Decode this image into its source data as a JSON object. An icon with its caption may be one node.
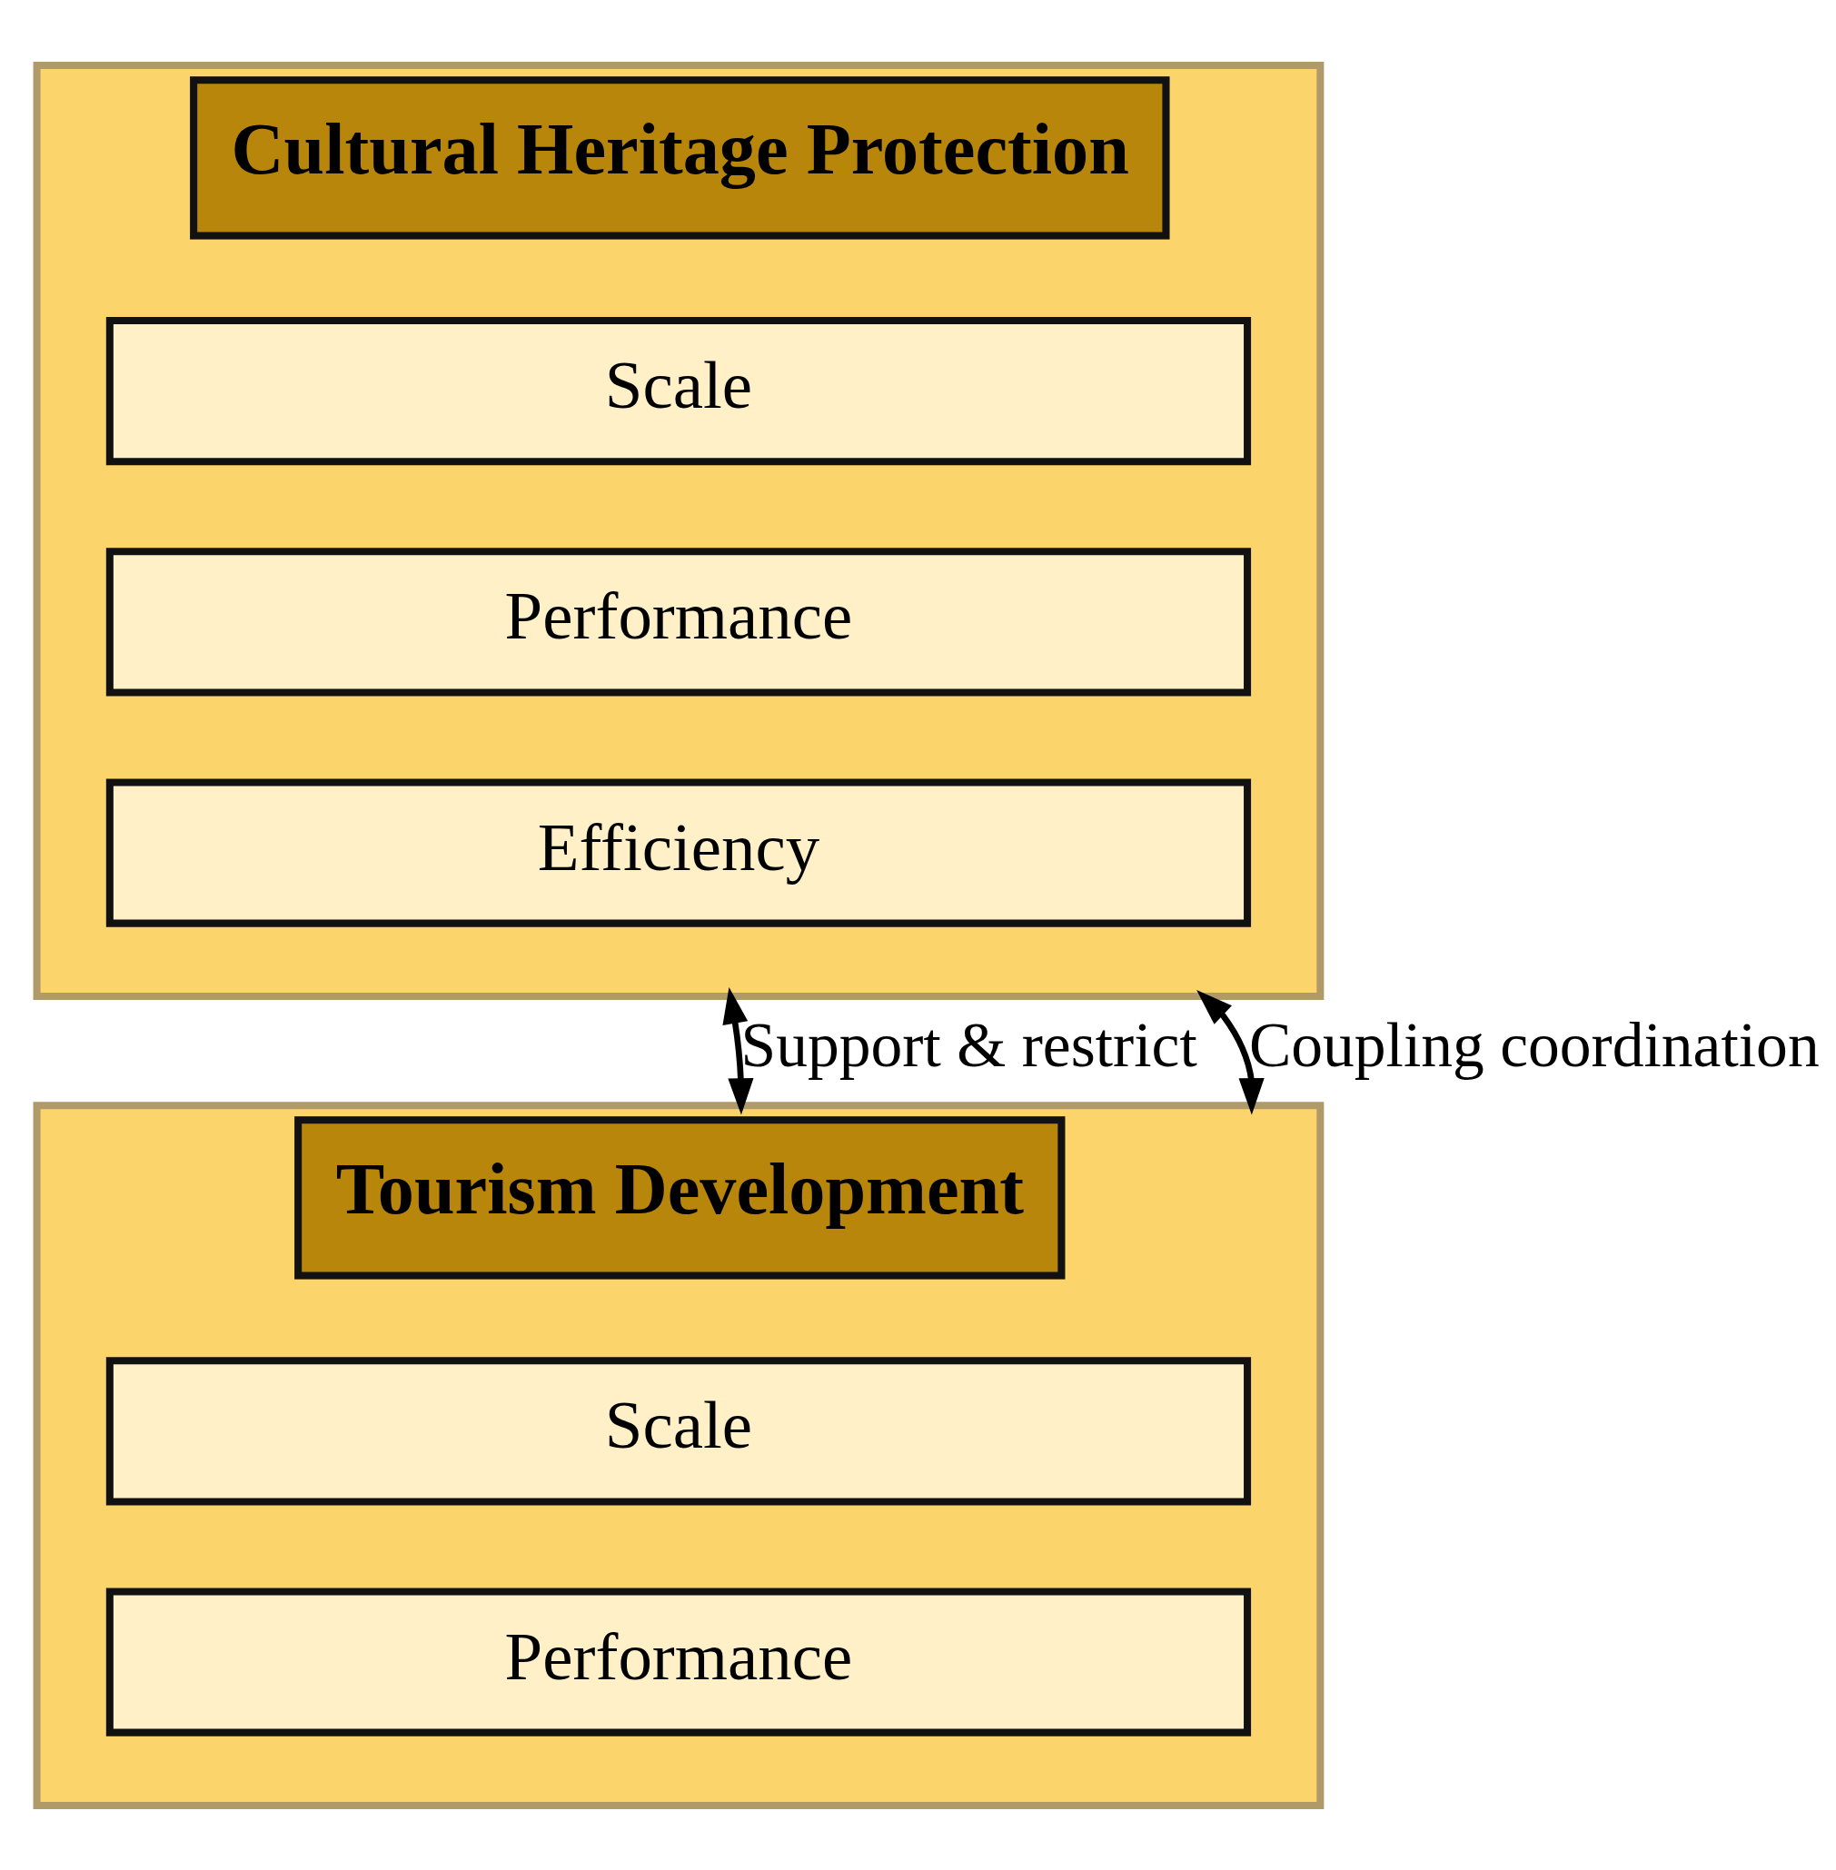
{
  "diagram": {
    "nodes": [
      {
        "text": [
          "Cultural Heritage Protection"
        ]
      },
      {
        "text": [
          "Scale"
        ],
        "in": 0
      },
      {
        "text": [
          "Performance"
        ],
        "in": 0
      },
      {
        "text": [
          "Efficiency"
        ],
        "in": 0
      },
      {
        "text": [
          "Tourism Development"
        ]
      },
      {
        "text": [
          "Scale"
        ],
        "in": 4
      },
      {
        "text": [
          "Performance"
        ],
        "in": 4
      }
    ],
    "edges": [
      {
        "from": 0,
        "to": 4,
        "arrow": "both",
        "label": "Support & restrict"
      },
      {
        "from": 0,
        "to": 4,
        "arrow": "both",
        "label": "Coupling coordination"
      }
    ]
  }
}
